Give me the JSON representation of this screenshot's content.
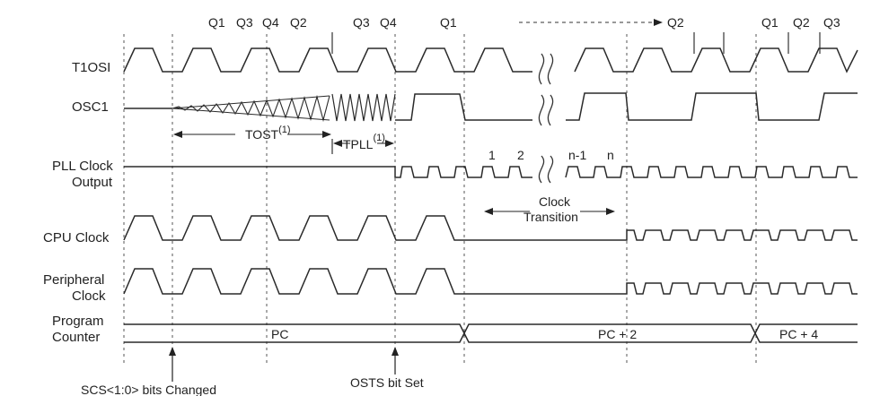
{
  "signals": {
    "t1osi": "T1OSI",
    "osc1": "OSC1",
    "pll_line1": "PLL Clock",
    "pll_line2": "Output",
    "cpu": "CPU Clock",
    "periph_line1": "Peripheral",
    "periph_line2": "Clock",
    "pc_line1": "Program",
    "pc_line2": "Counter"
  },
  "q_labels": {
    "q1a": "Q1",
    "q3a": "Q3",
    "q4a": "Q4",
    "q2a": "Q2",
    "q3b": "Q3",
    "q4b": "Q4",
    "q1b": "Q1",
    "q2b": "Q2",
    "q1c": "Q1",
    "q2c": "Q2",
    "q3c": "Q3"
  },
  "timing": {
    "tost": "TOST",
    "tost_note": "(1)",
    "tpll": "TPLL",
    "tpll_note": "(1)"
  },
  "pll_counts": {
    "c1": "1",
    "c2": "2",
    "cn1": "n-1",
    "cn": "n"
  },
  "clock_transition": {
    "line1": "Clock",
    "line2": "Transition"
  },
  "program_counter": {
    "pc": "PC",
    "pc2": "PC + 2",
    "pc4": "PC + 4"
  },
  "events": {
    "scs": "SCS<1:0> bits Changed",
    "osts": "OSTS bit Set"
  }
}
